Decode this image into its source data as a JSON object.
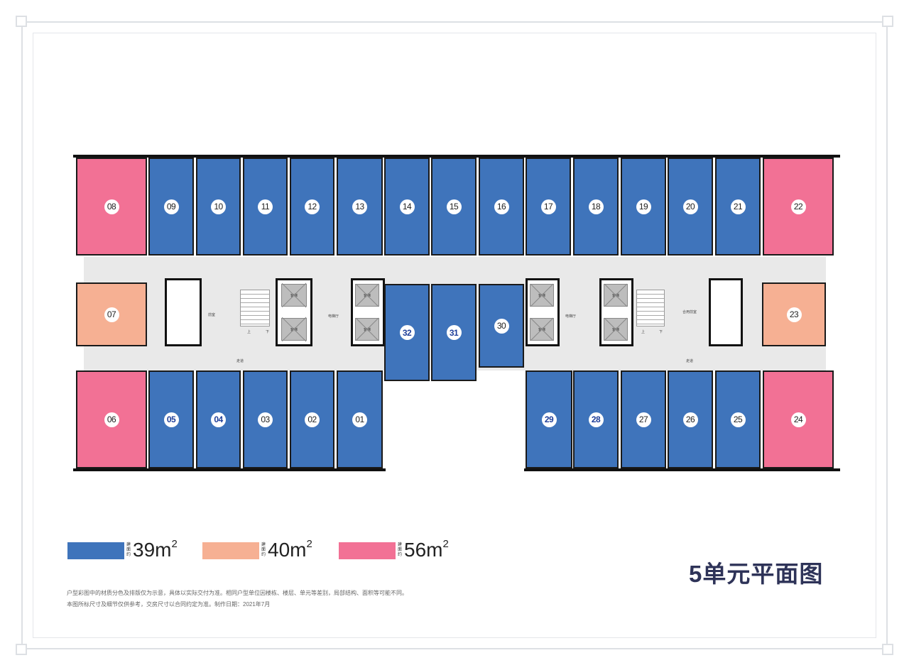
{
  "title": "5单元平面图",
  "colors": {
    "type_39": "#3f74bb",
    "type_40": "#f6b093",
    "type_56": "#f27195",
    "title": "#2e3358",
    "corridor": "#e9e9e9"
  },
  "units": [
    {
      "id": "08",
      "type": "type_56"
    },
    {
      "id": "09",
      "type": "type_39"
    },
    {
      "id": "10",
      "type": "type_39"
    },
    {
      "id": "11",
      "type": "type_39"
    },
    {
      "id": "12",
      "type": "type_39"
    },
    {
      "id": "13",
      "type": "type_39"
    },
    {
      "id": "14",
      "type": "type_39"
    },
    {
      "id": "15",
      "type": "type_39"
    },
    {
      "id": "16",
      "type": "type_39"
    },
    {
      "id": "17",
      "type": "type_39"
    },
    {
      "id": "18",
      "type": "type_39"
    },
    {
      "id": "19",
      "type": "type_39"
    },
    {
      "id": "20",
      "type": "type_39"
    },
    {
      "id": "21",
      "type": "type_39"
    },
    {
      "id": "22",
      "type": "type_56"
    },
    {
      "id": "07",
      "type": "type_40"
    },
    {
      "id": "23",
      "type": "type_40"
    },
    {
      "id": "32",
      "type": "type_39",
      "highlight": true
    },
    {
      "id": "31",
      "type": "type_39",
      "highlight": true
    },
    {
      "id": "30",
      "type": "type_39"
    },
    {
      "id": "06",
      "type": "type_56"
    },
    {
      "id": "05",
      "type": "type_39",
      "highlight": true
    },
    {
      "id": "04",
      "type": "type_39",
      "highlight": true
    },
    {
      "id": "03",
      "type": "type_39"
    },
    {
      "id": "02",
      "type": "type_39"
    },
    {
      "id": "01",
      "type": "type_39"
    },
    {
      "id": "29",
      "type": "type_39",
      "highlight": true
    },
    {
      "id": "28",
      "type": "type_39",
      "highlight": true
    },
    {
      "id": "27",
      "type": "type_39"
    },
    {
      "id": "26",
      "type": "type_39"
    },
    {
      "id": "25",
      "type": "type_39"
    },
    {
      "id": "24",
      "type": "type_56"
    }
  ],
  "core_labels": {
    "lift": "客梯",
    "front_room": "前室",
    "lift_hall": "电梯厅",
    "corridor": "走道",
    "shared_front_room": "合用前室",
    "up": "上",
    "down": "下"
  },
  "legend": [
    {
      "type": "type_39",
      "prefix": "建面约",
      "value": "39m",
      "sup": "2"
    },
    {
      "type": "type_40",
      "prefix": "建面约",
      "value": "40m",
      "sup": "2"
    },
    {
      "type": "type_56",
      "prefix": "建面约",
      "value": "56m",
      "sup": "2"
    }
  ],
  "notes": [
    "户型彩图中的材质分色及排版仅为示意，具体以实际交付为准。相同户型单位因楼栋、楼层、单元等差别，局部结构、面积等可能不同。",
    "本图所标尺寸及细节仅供参考，交房尺寸以合同约定为准。制作日期：2021年7月"
  ]
}
